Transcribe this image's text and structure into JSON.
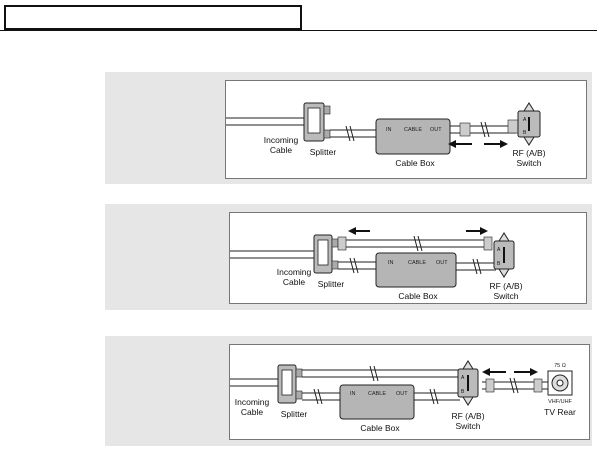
{
  "header": {
    "title": ""
  },
  "diagrams": [
    {
      "incoming": [
        "Incoming",
        "Cable"
      ],
      "splitter": "Splitter",
      "cable_box": "Cable Box",
      "box_ports": {
        "in": "IN",
        "cable": "CABLE",
        "out": "OUT"
      },
      "switch": [
        "RF (A/B)",
        "Switch"
      ]
    },
    {
      "incoming": [
        "Incoming",
        "Cable"
      ],
      "splitter": "Splitter",
      "cable_box": "Cable Box",
      "box_ports": {
        "in": "IN",
        "cable": "CABLE",
        "out": "OUT"
      },
      "switch": [
        "RF (A/B)",
        "Switch"
      ]
    },
    {
      "incoming": [
        "Incoming",
        "Cable"
      ],
      "splitter": "Splitter",
      "cable_box": "Cable Box",
      "box_ports": {
        "in": "IN",
        "cable": "CABLE",
        "out": "OUT"
      },
      "switch": [
        "RF (A/B)",
        "Switch"
      ],
      "tv": {
        "ohm": "75 Ω",
        "band": "VHF/UHF",
        "label": "TV Rear"
      }
    }
  ]
}
